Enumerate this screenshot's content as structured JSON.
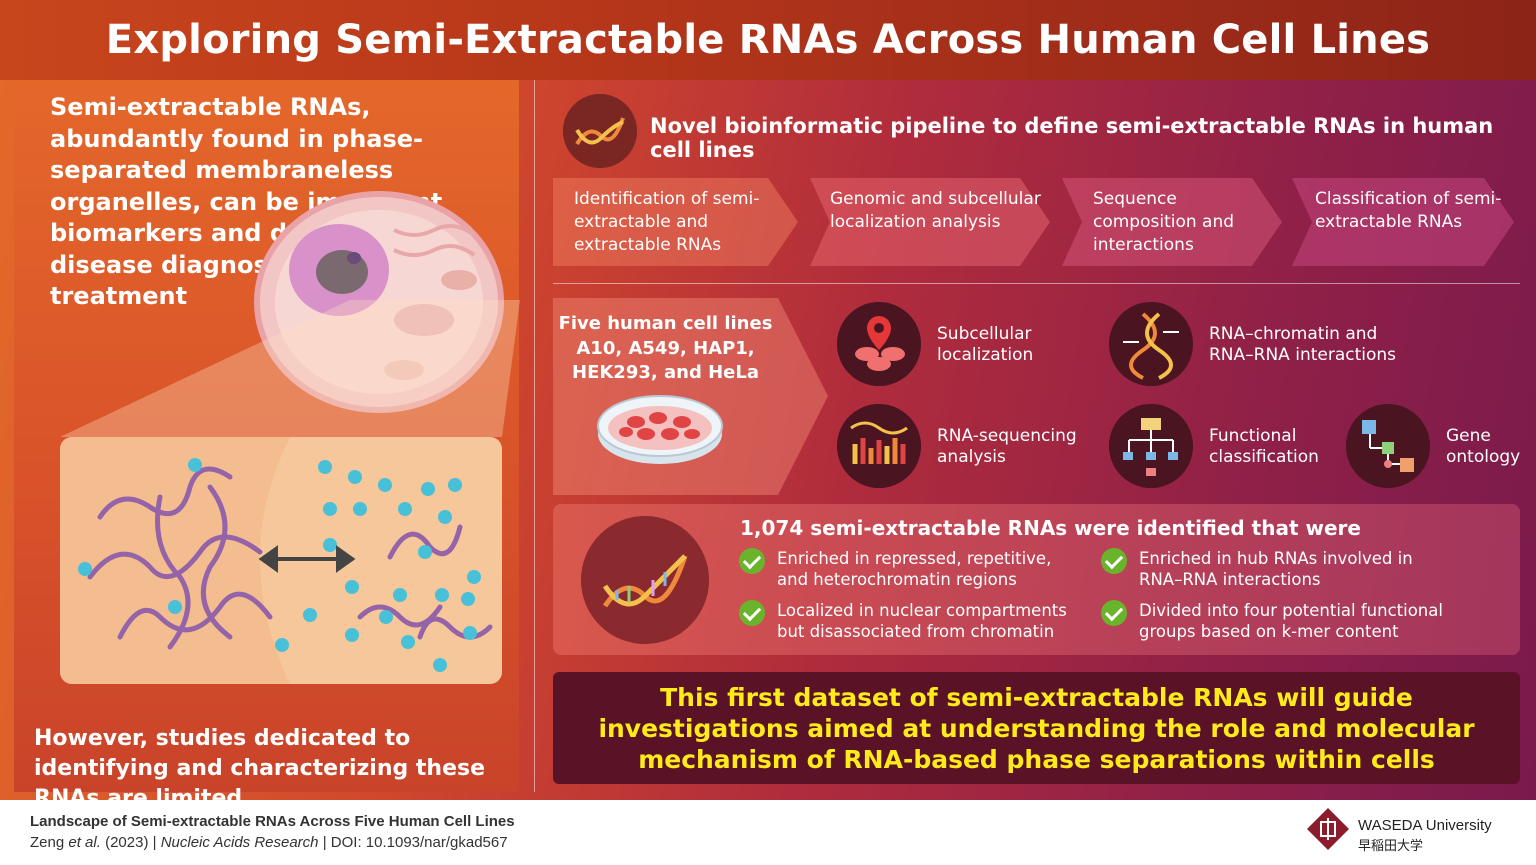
{
  "title": "Exploring Semi-Extractable RNAs Across Human Cell Lines",
  "left": {
    "intro": "Semi-extractable RNAs, abundantly found in phase-separated membraneless organelles, can be important biomarkers and drug targets in disease diagnosis and treatment",
    "limitation": "However, studies dedicated to identifying and characterizing these RNAs are limited",
    "icons": {
      "cell": "cell-illustration",
      "rna_strands": "rna-strands-icon",
      "molecules": "molecule-dots-icon",
      "transition": "double-arrow-icon"
    }
  },
  "pipeline": {
    "title": "Novel bioinformatic pipeline to define semi-extractable RNAs in human cell lines",
    "icon": "dna-helix-icon",
    "steps": [
      "Identification of semi-extractable and extractable RNAs",
      "Genomic and subcellular localization analysis",
      "Sequence composition and interactions",
      "Classification of semi-extractable RNAs"
    ]
  },
  "cell_lines": {
    "heading": "Five human cell lines",
    "lines": "A10, A549, HAP1, HEK293, and HeLa",
    "icon": "petri-dish-icon"
  },
  "features": [
    {
      "label": "Subcellular localization",
      "icon": "location-pin-icon"
    },
    {
      "label": "RNA–chromatin and RNA–RNA interactions",
      "icon": "dna-interaction-icon"
    },
    {
      "label": "RNA-sequencing analysis",
      "icon": "sequencing-bars-icon"
    },
    {
      "label": "Functional classification",
      "icon": "hierarchy-tree-icon"
    },
    {
      "label": "Gene ontology",
      "icon": "network-nodes-icon"
    }
  ],
  "results": {
    "title": "1,074 semi-extractable RNAs were identified that were",
    "icon": "rna-helix-icon",
    "findings": [
      "Enriched in repressed, repetitive, and heterochromatin regions",
      "Localized in nuclear compartments but disassociated from chromatin",
      "Enriched in hub RNAs involved in RNA–RNA interactions",
      "Divided into four potential functional groups based on k-mer content"
    ]
  },
  "conclusion": "This first dataset of semi-extractable RNAs will guide investigations aimed at understanding the role and molecular mechanism of RNA-based phase separations within cells",
  "footer": {
    "ref_title": "Landscape of Semi-extractable RNAs Across Five Human Cell Lines",
    "authors": "Zeng",
    "et_al": "et al.",
    "year": "(2023)",
    "sep": "|",
    "journal": "Nucleic Acids Research",
    "doi": "DOI: 10.1093/nar/gkad567",
    "logo_name": "WASEDA University",
    "logo_sub": "早稲田大学",
    "logo_icon": "waseda-logo-icon"
  },
  "colors": {
    "title_bar": "#b5361a",
    "highlight_text": "#ffea1a",
    "check": "#6ab42c",
    "conclusion_bg": "#5a1226"
  }
}
